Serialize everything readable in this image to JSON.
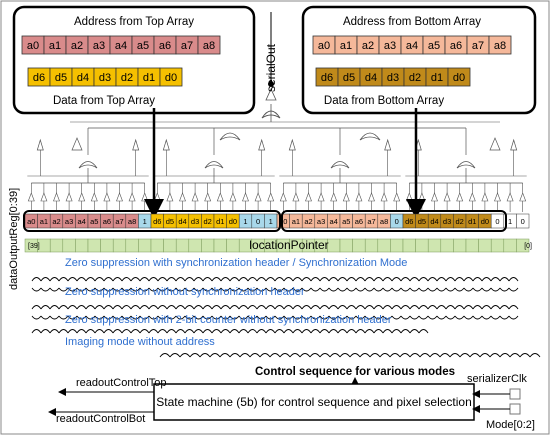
{
  "colors": {
    "top_addr_fill": "#d98b8b",
    "top_data_fill": "#f5c000",
    "bot_addr_fill": "#f5b89a",
    "bot_data_fill": "#c08a1a",
    "flag_fill": "#a8d8ea",
    "pointer_fill": "#cfe6b0",
    "mode_text": "#2f6fcf",
    "wire": "#555555"
  },
  "top_box": {
    "addr_title": "Address from Top Array",
    "addr_cells": [
      "a0",
      "a1",
      "a2",
      "a3",
      "a4",
      "a5",
      "a6",
      "a7",
      "a8"
    ],
    "data_cells": [
      "d6",
      "d5",
      "d4",
      "d3",
      "d2",
      "d1",
      "d0"
    ],
    "data_title": "Data from Top Array"
  },
  "bottom_box": {
    "addr_title": "Address from Bottom Array",
    "addr_cells": [
      "a0",
      "a1",
      "a2",
      "a3",
      "a4",
      "a5",
      "a6",
      "a7",
      "a8"
    ],
    "data_cells": [
      "d6",
      "d5",
      "d4",
      "d3",
      "d2",
      "d1",
      "d0"
    ],
    "data_title": "Data from Bottom Array"
  },
  "serial_out": "serialOut",
  "register": {
    "label": "dataOutputReg[0:39]",
    "cells": [
      "a0",
      "a1",
      "a2",
      "a3",
      "a4",
      "a5",
      "a6",
      "a7",
      "a8",
      "1",
      "d6",
      "d5",
      "d4",
      "d3",
      "d2",
      "d1",
      "d0",
      "1",
      "0",
      "1",
      "a0",
      "a1",
      "a2",
      "a3",
      "a4",
      "a5",
      "a6",
      "a7",
      "a8",
      "0",
      "d6",
      "d5",
      "d4",
      "d3",
      "d2",
      "d1",
      "d0",
      "0",
      "1",
      "0"
    ]
  },
  "pointer": {
    "left_index": "[39]",
    "label": "locationPointer",
    "right_index": "[0]"
  },
  "modes": [
    "Zero suppression with synchronization header / Synchronization Mode",
    "Zero suppression without synchronization header",
    "Zero suppression with 2-bit counter without synchronization header",
    "Imaging mode without address"
  ],
  "control_label": "Control sequence for various modes",
  "state_machine": "State machine (5b) for control sequence and pixel selection",
  "signals": {
    "readout_top": "readoutControlTop",
    "readout_bot": "readoutControlBot",
    "serializer_clk": "serializerClk",
    "mode": "Mode[0:2]"
  }
}
